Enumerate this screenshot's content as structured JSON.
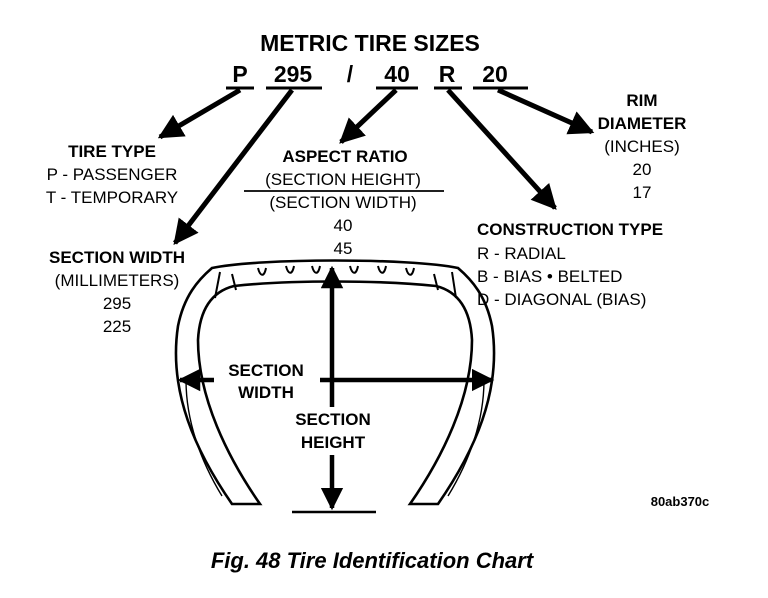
{
  "title": "METRIC TIRE SIZES",
  "size_code": {
    "prefix": "P",
    "width": "295",
    "slash": "/",
    "aspect": "40",
    "construction": "R",
    "rim": "20"
  },
  "tire_type": {
    "heading": "TIRE TYPE",
    "lines": [
      "P - PASSENGER",
      "T - TEMPORARY"
    ]
  },
  "aspect_ratio": {
    "heading": "ASPECT RATIO",
    "numerator": "(SECTION HEIGHT)",
    "denominator": "(SECTION WIDTH)",
    "values": [
      "40",
      "45"
    ]
  },
  "rim_diameter": {
    "heading_lines": [
      "RIM",
      "DIAMETER"
    ],
    "unit": "(INCHES)",
    "values": [
      "20",
      "17"
    ]
  },
  "construction_type": {
    "heading": "CONSTRUCTION TYPE",
    "lines": [
      "R - RADIAL",
      "B - BIAS • BELTED",
      "D - DIAGONAL (BIAS)"
    ]
  },
  "section_width_legend": {
    "heading": "SECTION WIDTH",
    "unit": "(MILLIMETERS)",
    "values": [
      "295",
      "225"
    ]
  },
  "tire_labels": {
    "width_lines": [
      "SECTION",
      "WIDTH"
    ],
    "height_lines": [
      "SECTION",
      "HEIGHT"
    ]
  },
  "figure_code": "80ab370c",
  "caption": "Fig. 48 Tire Identification Chart"
}
